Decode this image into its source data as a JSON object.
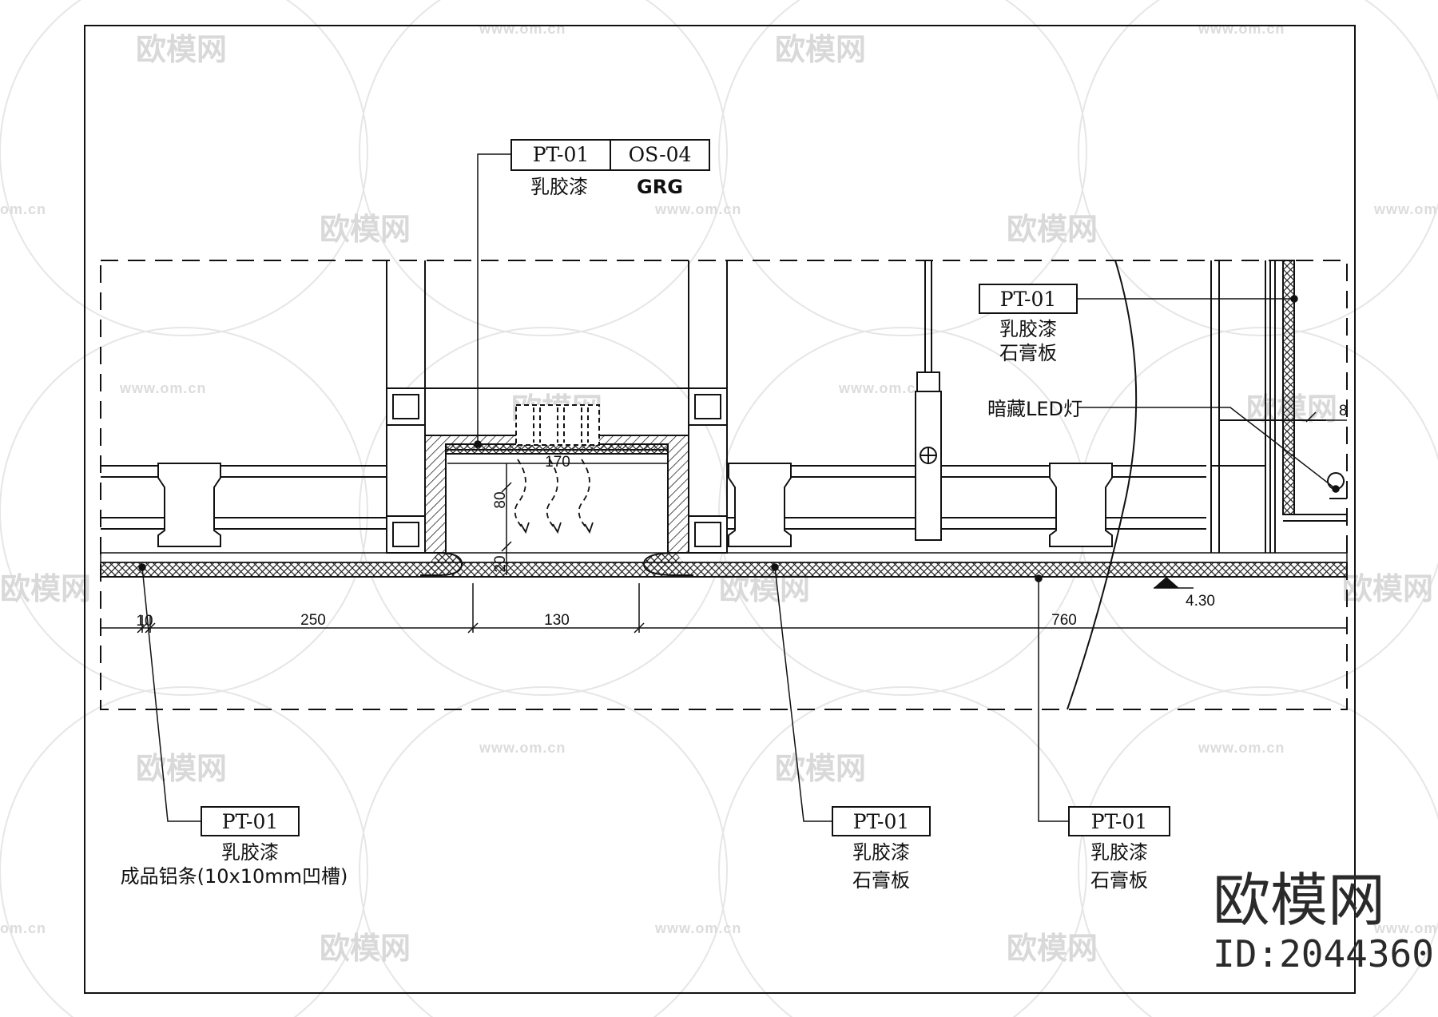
{
  "callouts": {
    "top_code_1": "PT-01",
    "top_code_2": "OS-04",
    "top_desc_1": "乳胶漆",
    "top_desc_2": "GRG",
    "right_code": "PT-01",
    "right_desc_1": "乳胶漆",
    "right_desc_2": "石膏板",
    "led_label": "暗藏LED灯",
    "bl_code": "PT-01",
    "bl_desc_1": "乳胶漆",
    "bl_desc_2": "成品铝条(10x10mm凹槽)",
    "bm_code": "PT-01",
    "bm_desc_1": "乳胶漆",
    "bm_desc_2": "石膏板",
    "br_code": "PT-01",
    "br_desc_1": "乳胶漆",
    "br_desc_2": "石膏板"
  },
  "dimensions": {
    "d10": "10",
    "d250": "250",
    "d130": "130",
    "d760": "760",
    "d170": "170",
    "d80": "80",
    "d20": "20",
    "d8": "8",
    "level": "4.30"
  },
  "watermark": {
    "logo_text": "欧模网",
    "url": "www.om.cn",
    "url_short": "om.cn"
  },
  "brand": {
    "name": "欧模网",
    "id": "ID:2044360"
  }
}
